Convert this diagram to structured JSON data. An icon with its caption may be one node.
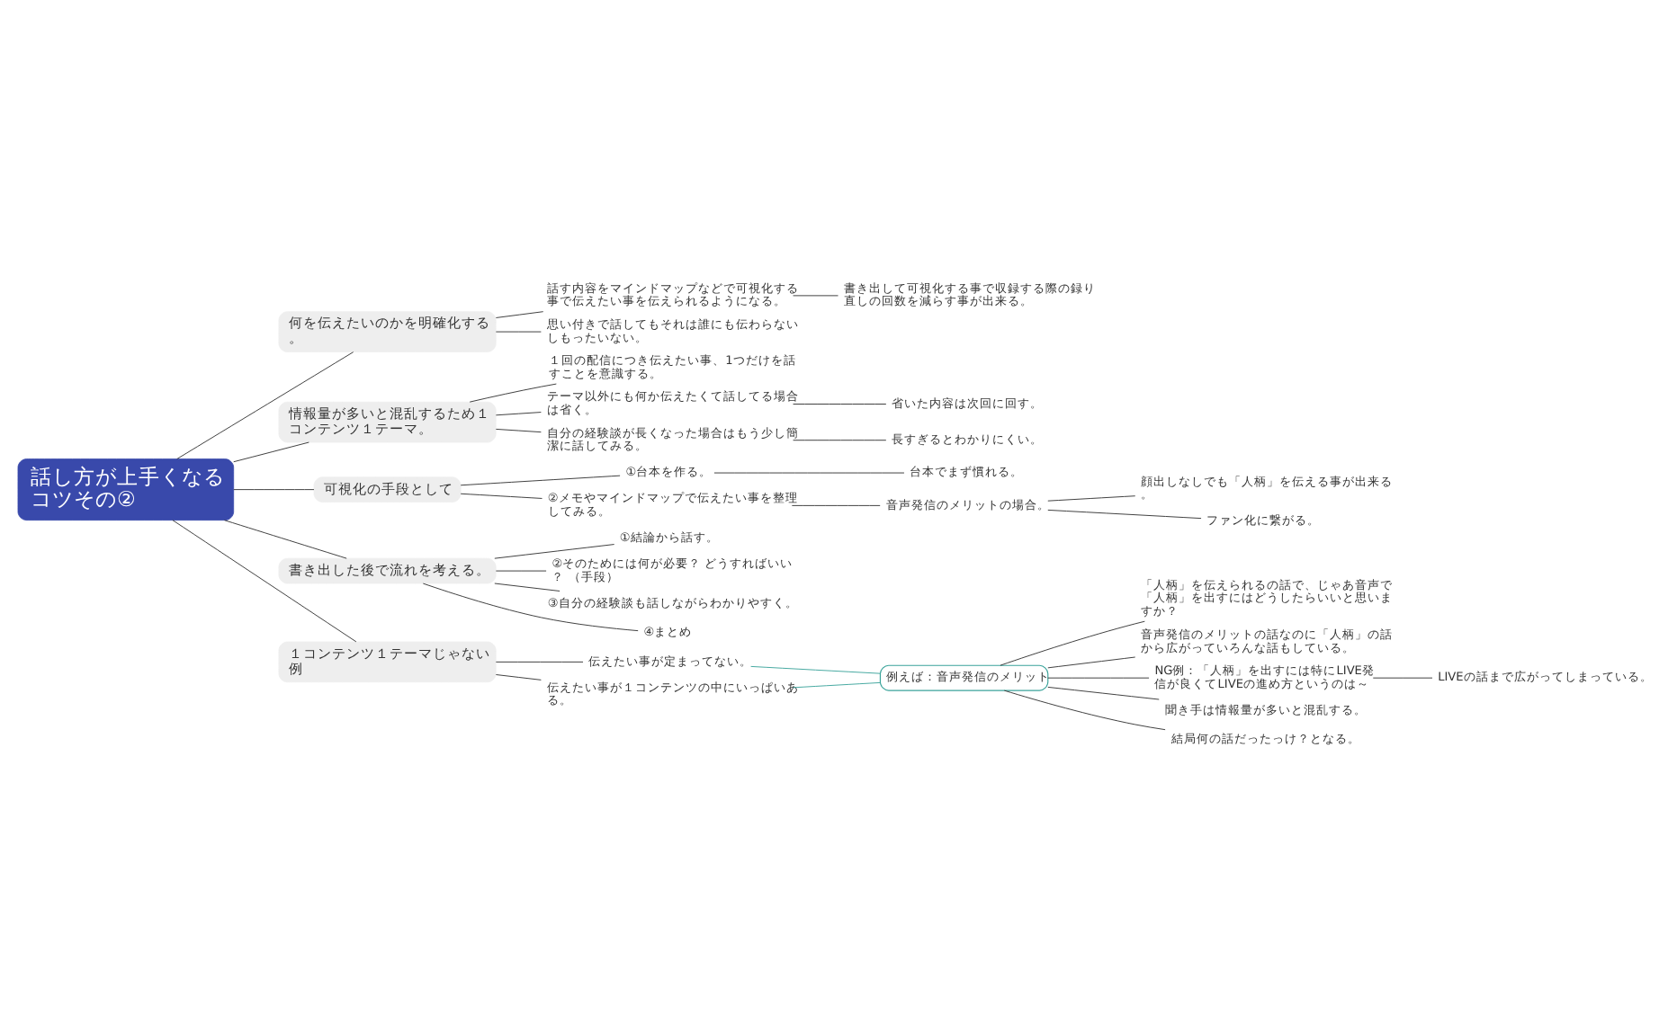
{
  "diagram": {
    "nodes": [
      {
        "text": [
          "話し方が上手くなるコツその②"
        ]
      },
      {
        "text": [
          "何を伝えたいのかを明確化する。"
        ]
      },
      {
        "text": [
          "話す内容をマインドマップなどで可視化する事で伝えたい事を伝えられるようになる。"
        ]
      },
      {
        "text": [
          "書き出して可視化する事で収録する際の録り直しの回数を減らす事が出来る。"
        ]
      },
      {
        "text": [
          "思い付きで話してもそれは誰にも伝わらないしもったいない。"
        ]
      },
      {
        "text": [
          "情報量が多いと混乱するため１コンテンツ１テーマ。"
        ]
      },
      {
        "text": [
          "１回の配信につき伝えたい事、1つだけを話すことを意識する。"
        ]
      },
      {
        "text": [
          "テーマ以外にも何か伝えたくて話してる場合は省く。"
        ]
      },
      {
        "text": [
          "省いた内容は次回に回す。"
        ]
      },
      {
        "text": [
          "自分の経験談が長くなった場合はもう少し簡潔に話してみる。"
        ]
      },
      {
        "text": [
          "長すぎるとわかりにくい。"
        ]
      },
      {
        "text": [
          "可視化の手段として"
        ]
      },
      {
        "text": [
          "①台本を作る。"
        ]
      },
      {
        "text": [
          "台本でまず慣れる。"
        ]
      },
      {
        "text": [
          "②メモやマインドマップで伝えたい事を整理してみる。"
        ]
      },
      {
        "text": [
          "音声発信のメリットの場合。"
        ]
      },
      {
        "text": [
          "顔出しなしでも「人柄」を伝える事が出来る。"
        ]
      },
      {
        "text": [
          "ファン化に繋がる。"
        ]
      },
      {
        "text": [
          "書き出した後で流れを考える。"
        ]
      },
      {
        "text": [
          "①結論から話す。"
        ]
      },
      {
        "text": [
          "②そのためには何が必要？ どうすればいい？ （手段）"
        ]
      },
      {
        "text": [
          "③自分の経験談も話しながらわかりやすく。"
        ]
      },
      {
        "text": [
          "④まとめ"
        ]
      },
      {
        "text": [
          "１コンテンツ１テーマじゃない例"
        ]
      },
      {
        "text": [
          "伝えたい事が定まってない。"
        ]
      },
      {
        "text": [
          "伝えたい事が１コンテンツの中にいっぱいある。"
        ]
      },
      {
        "text": [
          "例えば：音声発信のメリット"
        ]
      },
      {
        "text": [
          "「人柄」を伝えられるの話で、じゃあ音声で「人柄」を出すにはどうしたらいいと思いますか？"
        ]
      },
      {
        "text": [
          "音声発信のメリットの話なのに「人柄」の話から広がっていろんな話もしている。"
        ]
      },
      {
        "text": [
          "NG例：「人柄」を出すには特にLIVE発信が良くてLIVEの進め方というのは～"
        ]
      },
      {
        "text": [
          "LIVEの話まで広がってしまっている。"
        ]
      },
      {
        "text": [
          "聞き手は情報量が多いと混乱する。"
        ]
      },
      {
        "text": [
          "結局何の話だったっけ？となる。"
        ]
      }
    ],
    "edges": [
      {
        "from": 0,
        "to": 1,
        "arrow": "none"
      },
      {
        "from": 1,
        "to": 2,
        "arrow": "none"
      },
      {
        "from": 2,
        "to": 3,
        "arrow": "none"
      },
      {
        "from": 1,
        "to": 4,
        "arrow": "none"
      },
      {
        "from": 0,
        "to": 5,
        "arrow": "none"
      },
      {
        "from": 5,
        "to": 6,
        "arrow": "none"
      },
      {
        "from": 5,
        "to": 7,
        "arrow": "none"
      },
      {
        "from": 7,
        "to": 8,
        "arrow": "none"
      },
      {
        "from": 5,
        "to": 9,
        "arrow": "none"
      },
      {
        "from": 9,
        "to": 10,
        "arrow": "none"
      },
      {
        "from": 0,
        "to": 11,
        "arrow": "none"
      },
      {
        "from": 11,
        "to": 12,
        "arrow": "none"
      },
      {
        "from": 12,
        "to": 13,
        "arrow": "none"
      },
      {
        "from": 11,
        "to": 14,
        "arrow": "none"
      },
      {
        "from": 14,
        "to": 15,
        "arrow": "none"
      },
      {
        "from": 15,
        "to": 16,
        "arrow": "none"
      },
      {
        "from": 15,
        "to": 17,
        "arrow": "none"
      },
      {
        "from": 0,
        "to": 18,
        "arrow": "none"
      },
      {
        "from": 18,
        "to": 19,
        "arrow": "none"
      },
      {
        "from": 18,
        "to": 20,
        "arrow": "none"
      },
      {
        "from": 18,
        "to": 21,
        "arrow": "none"
      },
      {
        "from": 18,
        "to": 22,
        "arrow": "none"
      },
      {
        "from": 0,
        "to": 23,
        "arrow": "none"
      },
      {
        "from": 23,
        "to": 24,
        "arrow": "none"
      },
      {
        "from": 23,
        "to": 25,
        "arrow": "none"
      },
      {
        "from": 24,
        "to": 26,
        "arrow": "none",
        "color": "#3aa39a"
      },
      {
        "from": 25,
        "to": 26,
        "arrow": "none",
        "color": "#3aa39a"
      },
      {
        "from": 26,
        "to": 27,
        "arrow": "none"
      },
      {
        "from": 26,
        "to": 28,
        "arrow": "none"
      },
      {
        "from": 26,
        "to": 29,
        "arrow": "none"
      },
      {
        "from": 29,
        "to": 30,
        "arrow": "none"
      },
      {
        "from": 26,
        "to": 31,
        "arrow": "none"
      },
      {
        "from": 26,
        "to": 32,
        "arrow": "none"
      }
    ]
  }
}
